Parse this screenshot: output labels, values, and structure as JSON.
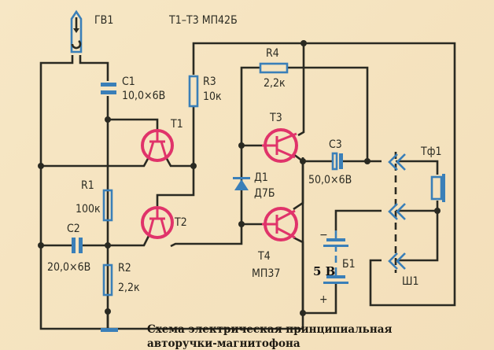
{
  "title": "Т1–Т3 МП42Б",
  "caption": {
    "line1": "Схема электрическая принципиальная",
    "line2": "авторучки-магнитофона"
  },
  "components": {
    "GV1": {
      "label": "ГВ1",
      "type": "microphone"
    },
    "C1": {
      "label": "С1",
      "value": "10,0×6В"
    },
    "C2": {
      "label": "С2",
      "value": "20,0×6В"
    },
    "C3": {
      "label": "С3",
      "value": "50,0×6В"
    },
    "R1": {
      "label": "R1",
      "value": "100к"
    },
    "R2": {
      "label": "R2",
      "value": "2,2к"
    },
    "R3": {
      "label": "R3",
      "value": "10к"
    },
    "R4": {
      "label": "R4",
      "value": "2,2к"
    },
    "T1": {
      "label": "Т1"
    },
    "T2": {
      "label": "Т2"
    },
    "T3": {
      "label": "Т3"
    },
    "T4": {
      "label": "Т4",
      "value": "МП37"
    },
    "D1": {
      "label": "Д1",
      "value": "Д7Б"
    },
    "B1": {
      "label": "Б1",
      "minus": "−",
      "plus": "+",
      "voltage": "5 В"
    },
    "Tf1": {
      "label": "Тф1"
    },
    "Sh1": {
      "label": "Ш1"
    }
  },
  "colors": {
    "background": "#f6e6c4",
    "wire": "#2a2a22",
    "passive": "#3a7fb8",
    "transistor": "#e0336a"
  }
}
